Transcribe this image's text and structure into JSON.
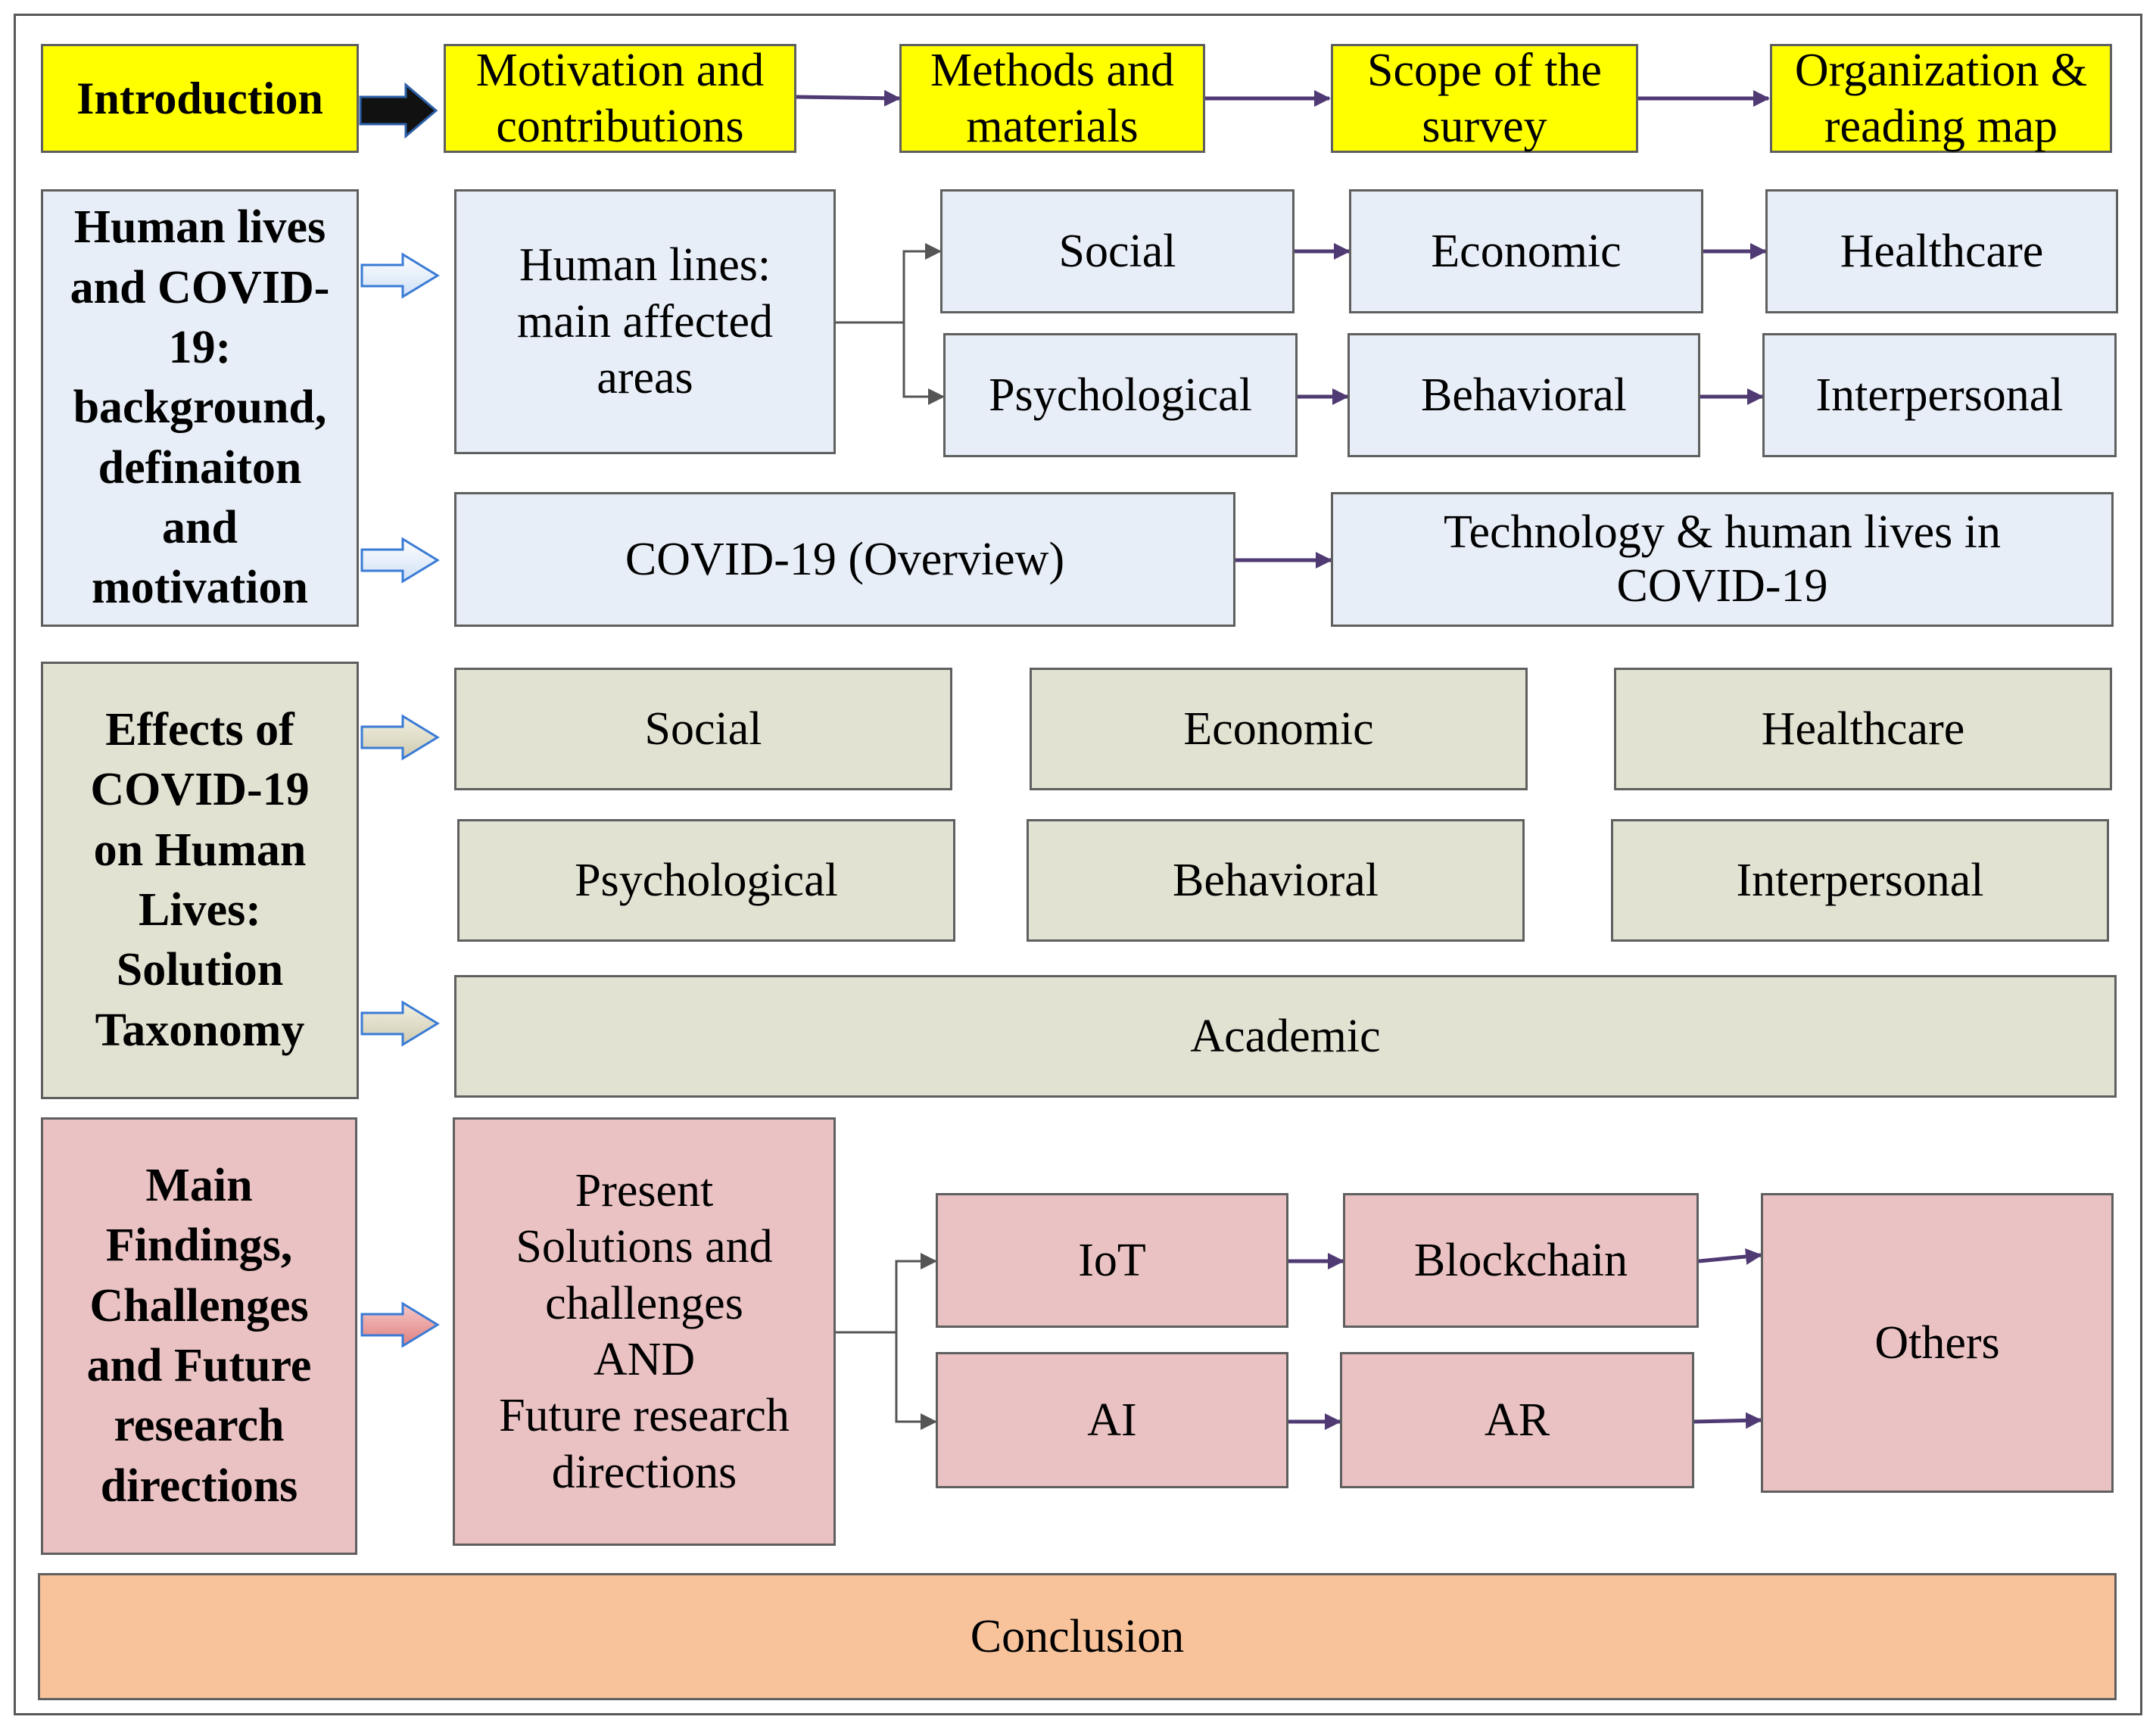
{
  "colors": {
    "intro": "#ffff00",
    "background_section": "#e8eef7",
    "effects_section": "#e2e2d2",
    "findings_section": "#eac2c3",
    "conclusion": "#f8c39b",
    "connector": "#4f3a73",
    "border": "#5f5f5f"
  },
  "introduction": {
    "title": "Introduction",
    "items": [
      "Motivation and\ncontributions",
      "Methods and\nmaterials",
      "Scope of the\nsurvey",
      "Organization &\nreading map"
    ]
  },
  "human_lives": {
    "title": "Human lives\nand COVID-\n19:\nbackground,\ndefinaiton\nand\nmotivation",
    "affected_areas": "Human lines:\nmain affected\nareas",
    "row1": [
      "Social",
      "Economic",
      "Healthcare"
    ],
    "row2": [
      "Psychological",
      "Behavioral",
      "Interpersonal"
    ],
    "overview": "COVID-19 (Overview)",
    "technology": "Technology & human lives in\nCOVID-19"
  },
  "effects": {
    "title": "Effects of\nCOVID-19\non Human\nLives:\nSolution\nTaxonomy",
    "row1": [
      "Social",
      "Economic",
      "Healthcare"
    ],
    "row2": [
      "Psychological",
      "Behavioral",
      "Interpersonal"
    ],
    "academic": "Academic"
  },
  "findings": {
    "title": "Main\nFindings,\nChallenges\nand Future\nresearch\ndirections",
    "present": "Present\nSolutions and\nchallenges\nAND\nFuture research\ndirections",
    "row1": [
      "IoT",
      "Blockchain"
    ],
    "row2": [
      "AI",
      "AR"
    ],
    "others": "Others"
  },
  "conclusion": "Conclusion"
}
